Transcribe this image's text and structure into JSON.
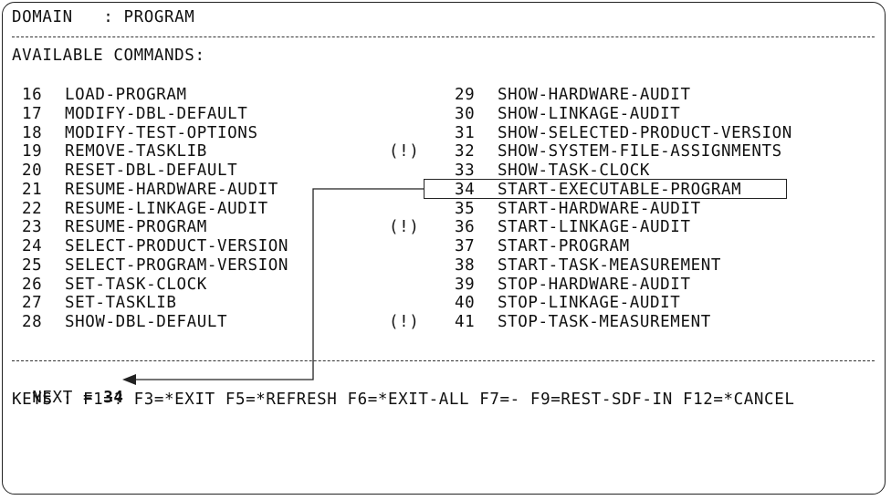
{
  "header": {
    "domain_label": "DOMAIN   : PROGRAM"
  },
  "available_title": "AVAILABLE COMMANDS:",
  "left_commands": [
    {
      "num": "16",
      "name": "LOAD-PROGRAM",
      "flag": ""
    },
    {
      "num": "17",
      "name": "MODIFY-DBL-DEFAULT",
      "flag": ""
    },
    {
      "num": "18",
      "name": "MODIFY-TEST-OPTIONS",
      "flag": ""
    },
    {
      "num": "19",
      "name": "REMOVE-TASKLIB",
      "flag": "(!)"
    },
    {
      "num": "20",
      "name": "RESET-DBL-DEFAULT",
      "flag": ""
    },
    {
      "num": "21",
      "name": "RESUME-HARDWARE-AUDIT",
      "flag": ""
    },
    {
      "num": "22",
      "name": "RESUME-LINKAGE-AUDIT",
      "flag": ""
    },
    {
      "num": "23",
      "name": "RESUME-PROGRAM",
      "flag": "(!)"
    },
    {
      "num": "24",
      "name": "SELECT-PRODUCT-VERSION",
      "flag": ""
    },
    {
      "num": "25",
      "name": "SELECT-PROGRAM-VERSION",
      "flag": ""
    },
    {
      "num": "26",
      "name": "SET-TASK-CLOCK",
      "flag": ""
    },
    {
      "num": "27",
      "name": "SET-TASKLIB",
      "flag": ""
    },
    {
      "num": "28",
      "name": "SHOW-DBL-DEFAULT",
      "flag": "(!)"
    }
  ],
  "right_commands": [
    {
      "num": "29",
      "name": "SHOW-HARDWARE-AUDIT"
    },
    {
      "num": "30",
      "name": "SHOW-LINKAGE-AUDIT"
    },
    {
      "num": "31",
      "name": "SHOW-SELECTED-PRODUCT-VERSION"
    },
    {
      "num": "32",
      "name": "SHOW-SYSTEM-FILE-ASSIGNMENTS"
    },
    {
      "num": "33",
      "name": "SHOW-TASK-CLOCK"
    },
    {
      "num": "34",
      "name": "START-EXECUTABLE-PROGRAM"
    },
    {
      "num": "35",
      "name": "START-HARDWARE-AUDIT"
    },
    {
      "num": "36",
      "name": "START-LINKAGE-AUDIT"
    },
    {
      "num": "37",
      "name": "START-PROGRAM"
    },
    {
      "num": "38",
      "name": "START-TASK-MEASUREMENT"
    },
    {
      "num": "39",
      "name": "STOP-HARDWARE-AUDIT"
    },
    {
      "num": "40",
      "name": "STOP-LINKAGE-AUDIT"
    },
    {
      "num": "41",
      "name": "STOP-TASK-MEASUREMENT"
    }
  ],
  "next": {
    "label": "NEXT = ",
    "value": "34"
  },
  "keys_line": "KEYS : F1=? F3=*EXIT F5=*REFRESH F6=*EXIT-ALL F7=- F9=REST-SDF-IN F12=*CANCEL"
}
